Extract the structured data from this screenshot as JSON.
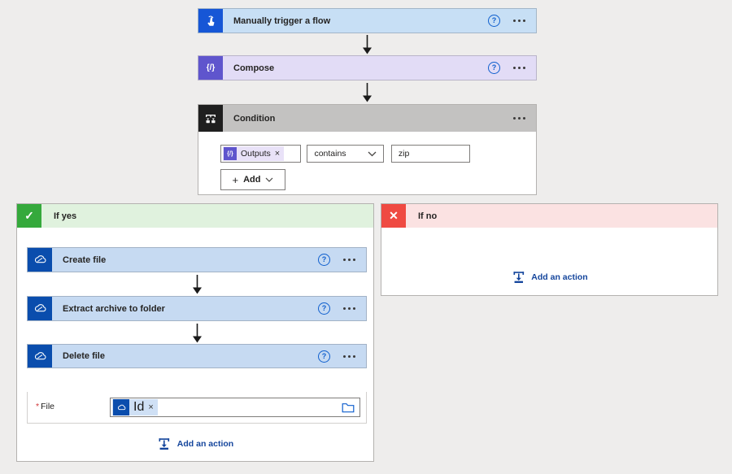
{
  "icons": {
    "help": "?",
    "close": "×",
    "plus": "+",
    "check": "✓",
    "cross": "✕",
    "required_marker": "*",
    "compose_glyph": "{/}",
    "outputs_glyph": "{/}"
  },
  "trigger": {
    "title": "Manually trigger a flow"
  },
  "compose": {
    "title": "Compose"
  },
  "condition": {
    "title": "Condition",
    "row": {
      "operand_token": "Outputs",
      "operator": "contains",
      "value": "zip"
    },
    "add_button_label": "Add"
  },
  "branch_yes": {
    "label": "If yes",
    "actions": [
      {
        "title": "Create file"
      },
      {
        "title": "Extract archive to folder"
      },
      {
        "title": "Delete file"
      }
    ],
    "delete_file_param": {
      "label": "File",
      "token": "Id"
    },
    "add_action_label": "Add an action"
  },
  "branch_no": {
    "label": "If no",
    "add_action_label": "Add an action"
  },
  "colors": {
    "page_bg": "#eeedec",
    "trigger_icon_bg": "#1656d6",
    "trigger_card_bg": "#c7dff5",
    "compose_icon_bg": "#5f55cd",
    "compose_card_bg": "#e2dcf6",
    "condition_icon_bg": "#1f1f1f",
    "condition_header_bg": "#c3c2c1",
    "onedrive_icon_bg": "#0a4dad",
    "onedrive_card_bg": "#c6daf2",
    "if_yes_icon_bg": "#35a93c",
    "if_yes_header_bg": "#e0f2de",
    "if_no_icon_bg": "#ef4a42",
    "if_no_header_bg": "#fbe2e2",
    "help_icon_blue": "#0f5fce",
    "link_blue": "#14459c",
    "token_purple_bg": "#e9e2f8",
    "token_blue_bg": "#cfe0f5",
    "required_red": "#d13438"
  }
}
